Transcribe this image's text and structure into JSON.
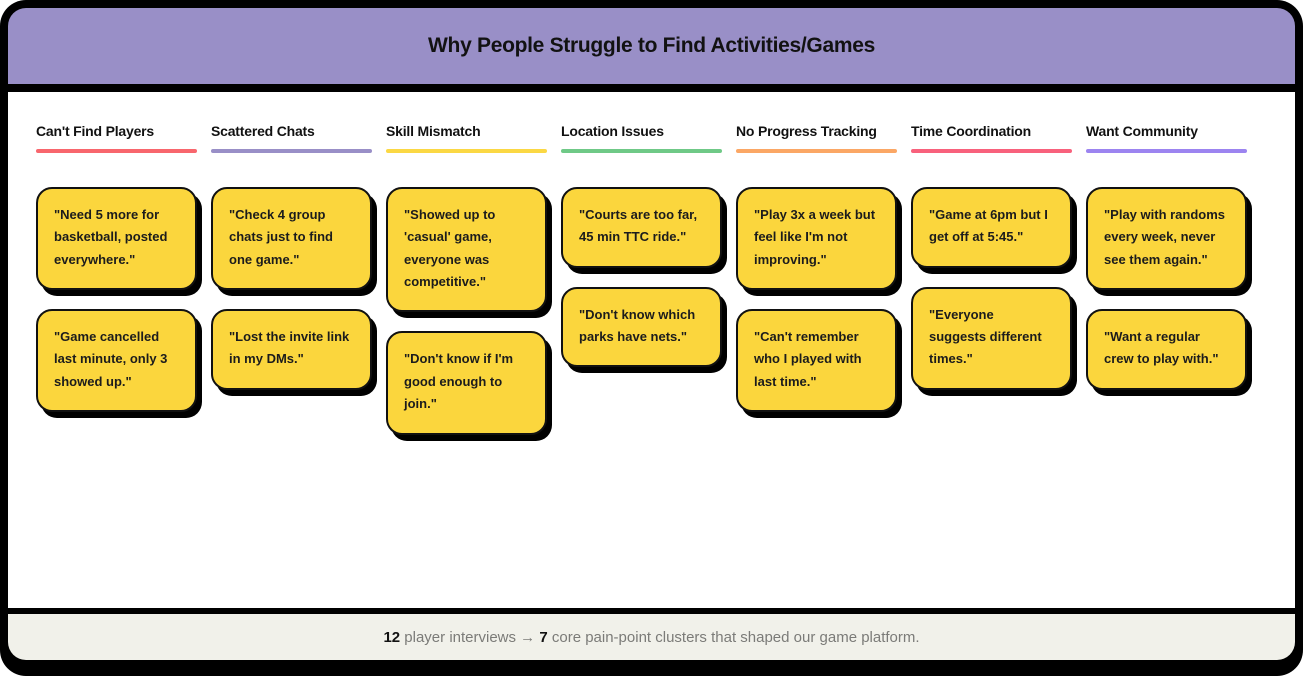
{
  "header": {
    "title": "Why People Struggle to Find Activities/Games",
    "bg_color": "#998FC7"
  },
  "columns": [
    {
      "label": "Can't Find Players",
      "underline_color": "#F8666D",
      "notes": [
        "\"Need 5 more for basketball, posted everywhere.\"",
        "\"Game cancelled last minute, only 3 showed up.\""
      ]
    },
    {
      "label": "Scattered Chats",
      "underline_color": "#998FC7",
      "notes": [
        "\"Check 4 group chats just to find one game.\"",
        "\"Lost the invite link in my DMs.\""
      ]
    },
    {
      "label": "Skill Mismatch",
      "underline_color": "#FBD844",
      "notes": [
        "\"Showed up to 'casual' game, everyone was competitive.\"",
        "\"Don't know if I'm good enough to join.\""
      ]
    },
    {
      "label": "Location Issues",
      "underline_color": "#6FC987",
      "notes": [
        "\"Courts are too far, 45 min TTC ride.\"",
        "\"Don't know which parks have nets.\""
      ]
    },
    {
      "label": "No Progress Tracking",
      "underline_color": "#FBA765",
      "notes": [
        "\"Play 3x a week but feel like I'm not improving.\"",
        "\"Can't remember who I played with last time.\""
      ]
    },
    {
      "label": "Time Coordination",
      "underline_color": "#F8617C",
      "notes": [
        "\"Game at 6pm but I get off at 5:45.\"",
        "\"Everyone suggests different times.\""
      ]
    },
    {
      "label": "Want Community",
      "underline_color": "#9C84F0",
      "notes": [
        "\"Play with randoms every week, never see them again.\"",
        "\"Want a regular crew to play with.\""
      ]
    }
  ],
  "footer": {
    "stat_interviews": "12",
    "text_interviews": " player interviews → ",
    "stat_clusters": "7",
    "text_clusters": " core pain-point clusters that shaped our game platform."
  },
  "colors": {
    "note_bg": "#FBD63D",
    "header_bg": "#998FC7",
    "footer_bg": "#F1F1EA",
    "frame": "#000000",
    "footer_text": "#7B7B78"
  }
}
